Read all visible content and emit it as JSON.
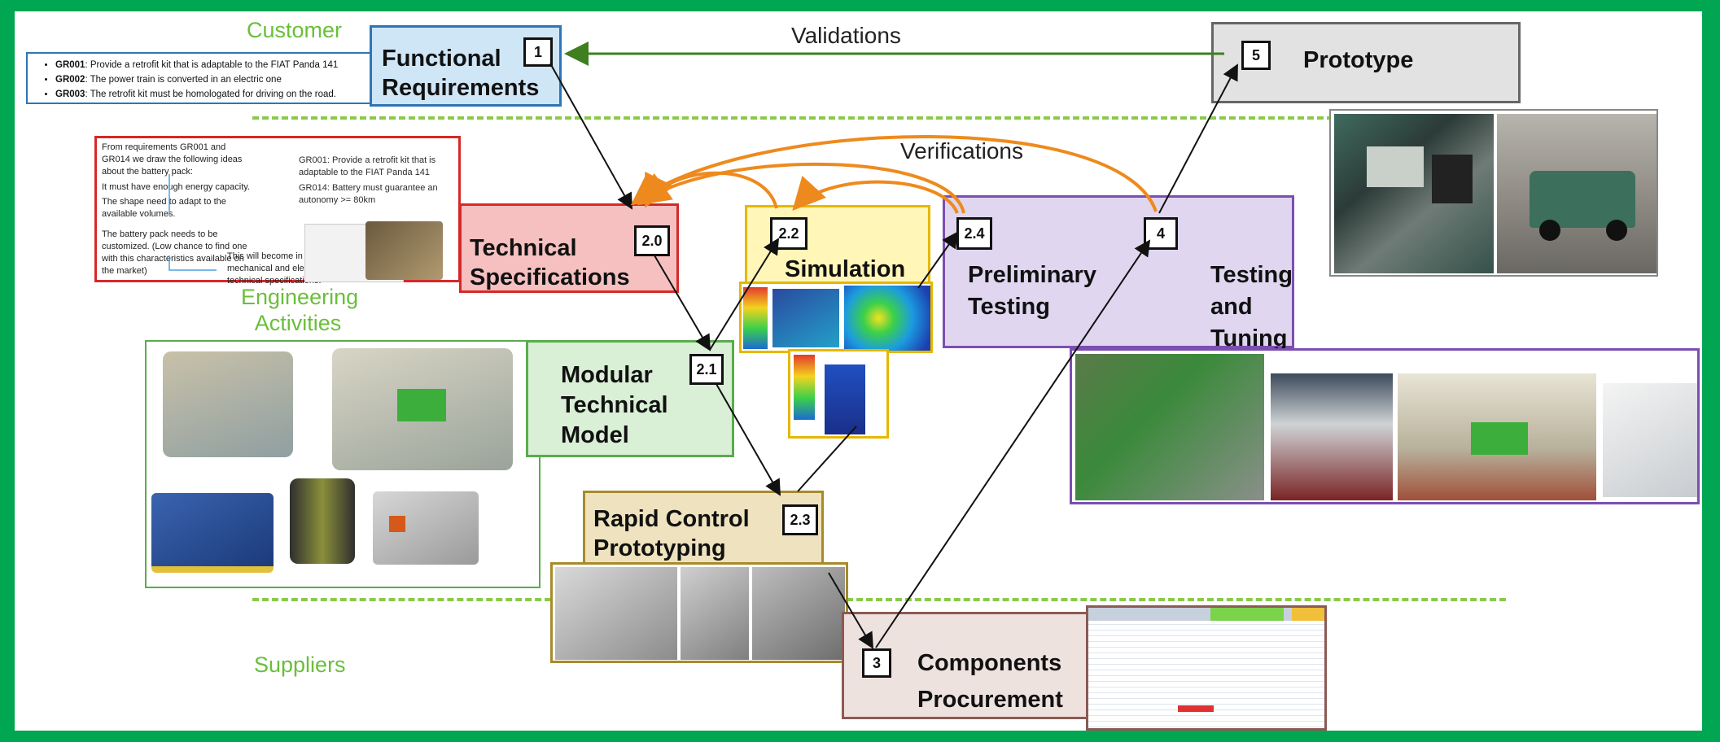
{
  "zones": {
    "customer": "Customer",
    "engineering_line1": "Engineering",
    "engineering_line2": "Activities",
    "suppliers": "Suppliers"
  },
  "flow_labels": {
    "validations": "Validations",
    "verifications": "Verifications"
  },
  "steps": [
    {
      "id": "1",
      "title_line1": "Functional",
      "title_line2": "Requirements"
    },
    {
      "id": "2.0",
      "title_line1": "Technical",
      "title_line2": "Specifications"
    },
    {
      "id": "2.1",
      "title_line1": "Modular",
      "title_line2": "Technical",
      "title_line3": "Model"
    },
    {
      "id": "2.2",
      "title_line1": "Simulation"
    },
    {
      "id": "2.3",
      "title_line1": "Rapid Control",
      "title_line2": "Prototyping"
    },
    {
      "id": "2.4",
      "title_line1": "Preliminary",
      "title_line2": "Testing"
    },
    {
      "id": "3",
      "title_line1": "Components",
      "title_line2": "Procurement"
    },
    {
      "id": "4",
      "title_line1": "Testing",
      "title_line2": "and",
      "title_line3": "Tuning"
    },
    {
      "id": "5",
      "title_line1": "Prototype"
    }
  ],
  "requirements": [
    {
      "code": "GR001",
      "text": ": Provide a retrofit kit that is adaptable to the FIAT Panda 141"
    },
    {
      "code": "GR002",
      "text": ": The power train is converted in an electric one"
    },
    {
      "code": "GR003",
      "text": ": The retrofit kit must be homologated for driving on the road."
    }
  ],
  "spec_note": {
    "intro": "From requirements GR001 and GR014 we draw the following ideas about the battery pack:",
    "energy": "It must have enough energy capacity.",
    "shape": "The shape need to adapt to the available volumes.",
    "custom": "The battery pack needs to be customized. (Low chance to find one with this characteristics available on the market)",
    "result": "This will become in mechanical and electrical technical specifications.",
    "bullet1": "GR001: Provide a retrofit kit that is adaptable to the FIAT Panda 141",
    "bullet2": "GR014: Battery must guarantee an autonomy >= 80km"
  },
  "colors": {
    "frame": "#00a651",
    "functional_fill": "#cfe6f7",
    "functional_border": "#2e75b6",
    "technical_fill": "#f6c0c0",
    "technical_border": "#d62828",
    "modular_fill": "#d9efd6",
    "modular_border": "#5aac4e",
    "simulation_fill": "#fff6b8",
    "simulation_border": "#e6b800",
    "rapid_fill": "#efe3bf",
    "rapid_border": "#a88a2a",
    "testing_fill": "#e0d6f0",
    "testing_border": "#7b4fb0",
    "procurement_fill": "#eee2df",
    "procurement_border": "#8b5a54",
    "prototype_fill": "#e2e2e2",
    "prototype_border": "#666666",
    "validation_arrow": "#3f7f1f",
    "verification_arrow": "#ee8a1d",
    "zone_text": "#6abf3a"
  }
}
